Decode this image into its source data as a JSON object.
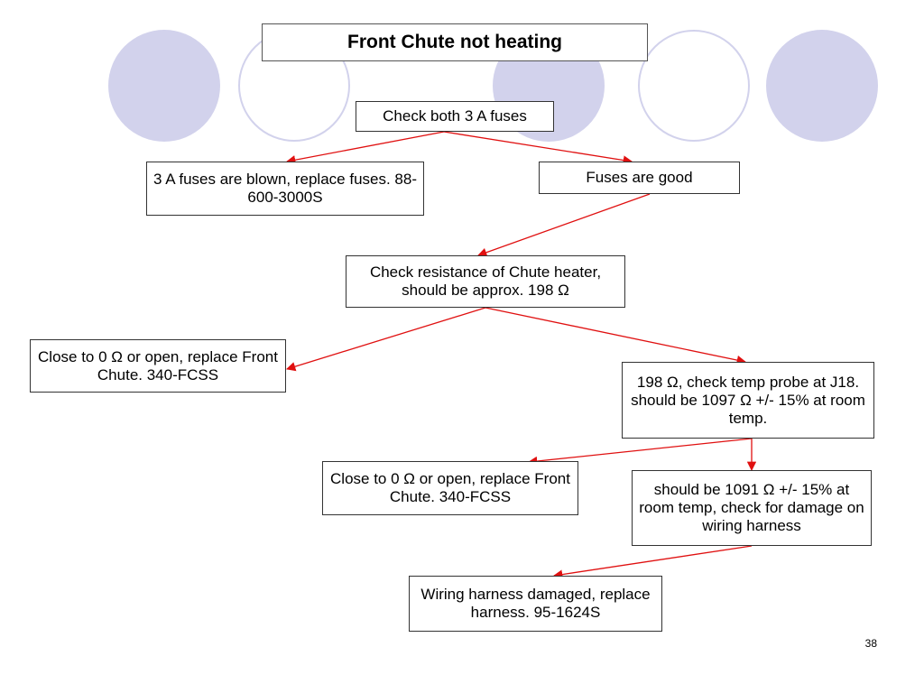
{
  "title": "Front Chute not heating",
  "decoration": {
    "circle_color": "#d2d2ec",
    "circles": [
      "filled",
      "outline",
      "filled",
      "outline",
      "filled"
    ]
  },
  "arrow_color": "#e01010",
  "nodes": {
    "check_fuses": "Check both 3 A fuses",
    "fuses_blown": "3 A fuses are blown, replace fuses. 88-600-3000S",
    "fuses_good": "Fuses are good",
    "check_resistance": "Check resistance of Chute heater, should be approx. 198 Ω",
    "close_to_zero_1": "Close to 0 Ω or open, replace Front Chute. 340-FCSS",
    "check_temp_probe": "198 Ω, check temp probe at J18.  should be 1097 Ω +/- 15% at room temp.",
    "close_to_zero_2": "Close to 0 Ω or open, replace Front Chute. 340-FCSS",
    "check_wiring": "should be 1091 Ω +/- 15% at room temp, check for damage on wiring harness",
    "harness_damaged": "Wiring harness damaged, replace harness.  95-1624S"
  },
  "edges": [
    [
      "check_fuses",
      "fuses_blown"
    ],
    [
      "check_fuses",
      "fuses_good"
    ],
    [
      "fuses_good",
      "check_resistance"
    ],
    [
      "check_resistance",
      "close_to_zero_1"
    ],
    [
      "check_resistance",
      "check_temp_probe"
    ],
    [
      "check_temp_probe",
      "close_to_zero_2"
    ],
    [
      "check_temp_probe",
      "check_wiring"
    ],
    [
      "check_wiring",
      "harness_damaged"
    ]
  ],
  "page_number": "38"
}
